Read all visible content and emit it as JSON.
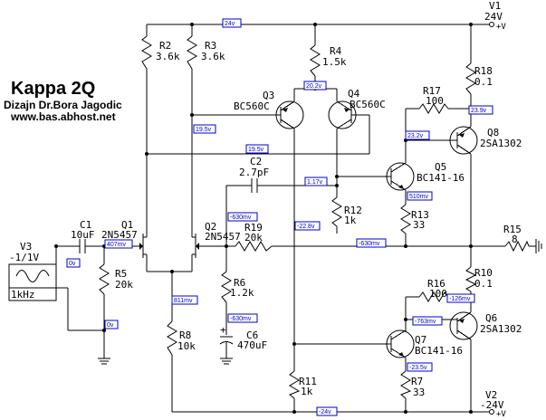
{
  "title": "Kappa 2Q",
  "author": "Dizajn Dr.Bora Jagodic",
  "website": "www.bas.abhost.net",
  "components": {
    "R2": {
      "name": "R2",
      "value": "3.6k"
    },
    "R3": {
      "name": "R3",
      "value": "3.6k"
    },
    "R4": {
      "name": "R4",
      "value": "1.5k"
    },
    "R5": {
      "name": "R5",
      "value": "20k"
    },
    "R6": {
      "name": "R6",
      "value": "1.2k"
    },
    "R7": {
      "name": "R7",
      "value": "33"
    },
    "R8": {
      "name": "R8",
      "value": "10k"
    },
    "R10": {
      "name": "R10",
      "value": "0.1"
    },
    "R11": {
      "name": "R11",
      "value": "1k"
    },
    "R12": {
      "name": "R12",
      "value": "1k"
    },
    "R13": {
      "name": "R13",
      "value": "33"
    },
    "R15": {
      "name": "R15",
      "value": "8"
    },
    "R16": {
      "name": "R16",
      "value": "100"
    },
    "R17": {
      "name": "R17",
      "value": "100"
    },
    "R18": {
      "name": "R18",
      "value": "0.1"
    },
    "R19": {
      "name": "R19",
      "value": "20k"
    },
    "C1": {
      "name": "C1",
      "value": "10uF"
    },
    "C2": {
      "name": "C2",
      "value": "2.7pF"
    },
    "C6": {
      "name": "C6",
      "value": "470uF"
    },
    "Q1": {
      "name": "Q1",
      "value": "2N5457"
    },
    "Q2": {
      "name": "Q2",
      "value": "2N5457"
    },
    "Q3": {
      "name": "Q3",
      "value": "BC560C"
    },
    "Q4": {
      "name": "Q4",
      "value": "BC560C"
    },
    "Q5": {
      "name": "Q5",
      "value": "BC141-16"
    },
    "Q6": {
      "name": "Q6",
      "value": "2SA1302"
    },
    "Q7": {
      "name": "Q7",
      "value": "BC141-16"
    },
    "Q8": {
      "name": "Q8",
      "value": "2SA1302"
    },
    "V1": {
      "name": "V1",
      "value": "24V"
    },
    "V2": {
      "name": "V2",
      "value": "-24V"
    },
    "V3": {
      "name": "V3",
      "value": "-1/1V",
      "freq": "1kHz"
    }
  },
  "probes": {
    "top_rail": "24v",
    "q3q4_emitters": "20.2v",
    "q8_emitter": "23.9v",
    "q3_base": "19.5v",
    "q4_base": "19.5v",
    "q8_base": "23.2v",
    "q5_base": "1.17v",
    "q5_emitter": "510mv",
    "q2_gate": "-630mv",
    "output": "-630mv",
    "c6_node": "-630mv",
    "q3_collector": "-22.8v",
    "q1_gate": "407mv",
    "input": "0v",
    "r5_bottom": "0v",
    "jfet_sources": "811mv",
    "q6_base": "-126mv",
    "q7_base": "-763mv",
    "q7_emitter": "-23.5v",
    "bottom_rail": "-24v"
  },
  "colors": {
    "wire": "#000000",
    "probe": "#0000cc",
    "background": "#ffffff"
  }
}
